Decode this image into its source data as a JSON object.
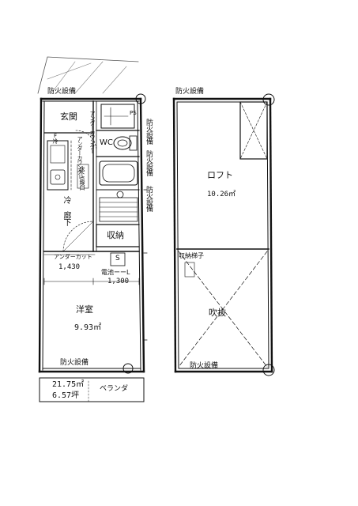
{
  "floor1": {
    "fire_equipment_top": "防火設備",
    "entrance": "玄関",
    "ps": "PS",
    "fire_equipment_right_1": "防火設備",
    "fire_equipment_right_2": "防火設備",
    "fire_equipment_right_3": "防火設備",
    "toilet": "WC",
    "kitchen_mark": "F冷",
    "under_counter_left": "アンダーカウンター",
    "under_counter_right": "アンダーカウンター",
    "floor_inspection": "床下点検口",
    "hallway": "冷 廊下",
    "storage": "収納",
    "under_counter_cut": "アンダーカット",
    "s_mark": "S",
    "dim_left": "1,430",
    "dim_right": "1,300",
    "dim_right_label": "電池ーーL",
    "western_room": "洋室",
    "western_room_area": "9.93㎡",
    "fire_equipment_bottom": "防火設備",
    "total_area": "21.75㎡",
    "total_tsubo": "6.57坪",
    "veranda": "ベランダ"
  },
  "floor2": {
    "fire_equipment_top": "防火設備",
    "loft": "ロフト",
    "loft_area": "10.26㎡",
    "storage_ladder": "収納梯子",
    "atrium": "吹抜",
    "fire_equipment_bottom": "防火設備"
  }
}
